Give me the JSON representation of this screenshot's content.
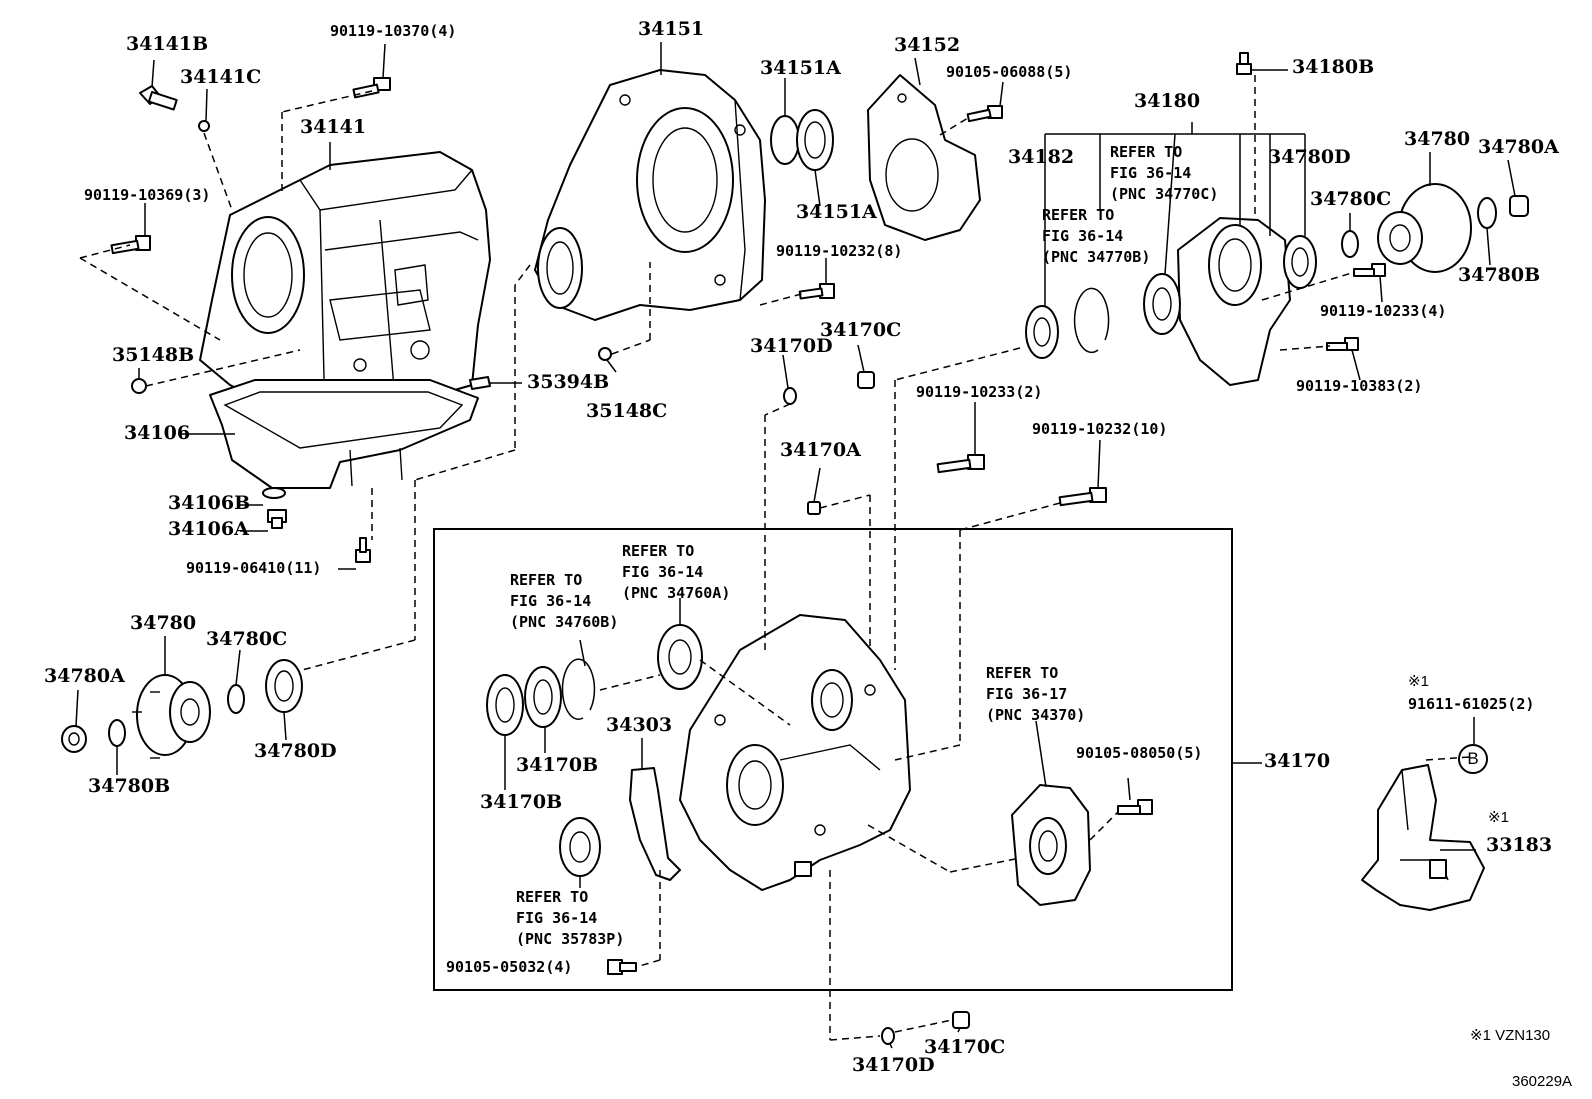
{
  "labels": {
    "p34141B": "34141B",
    "p34141C": "34141C",
    "p34141": "34141",
    "b90119_10370": "90119-10370(4)",
    "b90119_10369": "90119-10369(3)",
    "p35148B": "35148B",
    "p34106": "34106",
    "p34106B": "34106B",
    "p34106A": "34106A",
    "b90119_06410": "90119-06410(11)",
    "p35394B": "35394B",
    "p35148C": "35148C",
    "p34151": "34151",
    "p34151A_top": "34151A",
    "p34151A_bot": "34151A",
    "p34152": "34152",
    "b90105_06088": "90105-06088(5)",
    "b90119_10232_8": "90119-10232(8)",
    "p34170C_top": "34170C",
    "p34170D_top": "34170D",
    "p34170A": "34170A",
    "b90119_10233_2": "90119-10233(2)",
    "b90119_10232_10": "90119-10232(10)",
    "p34180B": "34180B",
    "p34180": "34180",
    "p34182": "34182",
    "p34780D_right": "34780D",
    "p34780_right": "34780",
    "p34780A_right": "34780A",
    "p34780C_right": "34780C",
    "p34780B_right": "34780B",
    "b90119_10233_4": "90119-10233(4)",
    "b90119_10383": "90119-10383(2)",
    "p34780_left": "34780",
    "p34780C_left": "34780C",
    "p34780A_left": "34780A",
    "p34780B_left": "34780B",
    "p34780D_left": "34780D",
    "p34303": "34303",
    "p34170B_a": "34170B",
    "p34170B_b": "34170B",
    "b90105_08050": "90105-08050(5)",
    "p34170": "34170",
    "b90105_05032": "90105-05032(4)",
    "p34170D_bot": "34170D",
    "p34170C_bot": "34170C",
    "mark1_a": "※1",
    "b91611_61025": "91611-61025(2)",
    "circle_b": "B",
    "mark1_b": "※1",
    "p33183": "33183",
    "footnote": "※1 VZN130",
    "figure_id": "360229A"
  },
  "refs": {
    "r34770C": [
      "REFER TO",
      "FIG 36-14",
      "(PNC 34770C)"
    ],
    "r34770B": [
      "REFER TO",
      "FIG 36-14",
      "(PNC 34770B)"
    ],
    "r34760A": [
      "REFER TO",
      "FIG 36-14",
      "(PNC 34760A)"
    ],
    "r34760B": [
      "REFER TO",
      "FIG 36-14",
      "(PNC 34760B)"
    ],
    "r34370": [
      "REFER TO",
      "FIG 36-17",
      "(PNC 34370)"
    ],
    "r35783P": [
      "REFER TO",
      "FIG 36-14",
      "(PNC 35783P)"
    ]
  }
}
